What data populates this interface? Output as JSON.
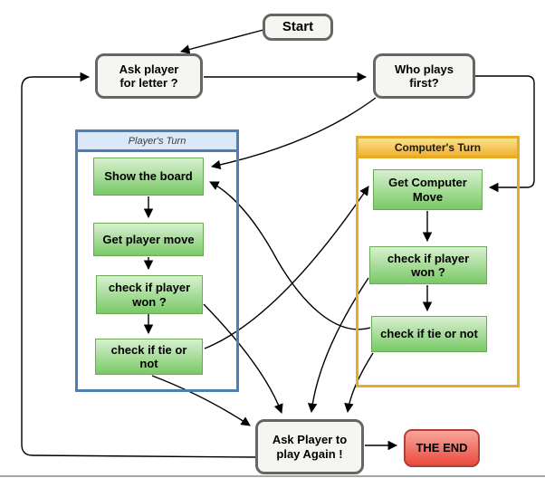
{
  "diagram": {
    "type": "flowchart",
    "nodes": {
      "start": "Start",
      "ask_letter": "Ask player\nfor letter ?",
      "who_first": "Who plays\nfirst?",
      "show_board": "Show the board",
      "get_player_move": "Get player move",
      "player_check_won": "check if player\nwon ?",
      "player_check_tie": "check if tie or\nnot",
      "get_computer_move": "Get Computer\nMove",
      "computer_check_won": "check if player\nwon ?",
      "computer_check_tie": "check if tie or not",
      "play_again": "Ask Player to\nplay Again !",
      "the_end": "THE END"
    },
    "containers": {
      "player": "Player's Turn",
      "computer": "Computer's Turn"
    },
    "colors": {
      "terminal_fill": "#f5f5f2",
      "terminal_border": "#666666",
      "process_fill_top": "#d8f0cf",
      "process_fill_bottom": "#78c966",
      "process_border": "#6aaa56",
      "player_container_border": "#4d7fb5",
      "player_header_fill": "#dbe8f7",
      "computer_container_border": "#e7ab25",
      "computer_header_fill_top": "#fbe28f",
      "computer_header_fill_bottom": "#f0b231",
      "end_fill_top": "#f9a49b",
      "end_fill_bottom": "#e94b3c",
      "end_border": "#b04138",
      "arrow": "#000000"
    }
  }
}
